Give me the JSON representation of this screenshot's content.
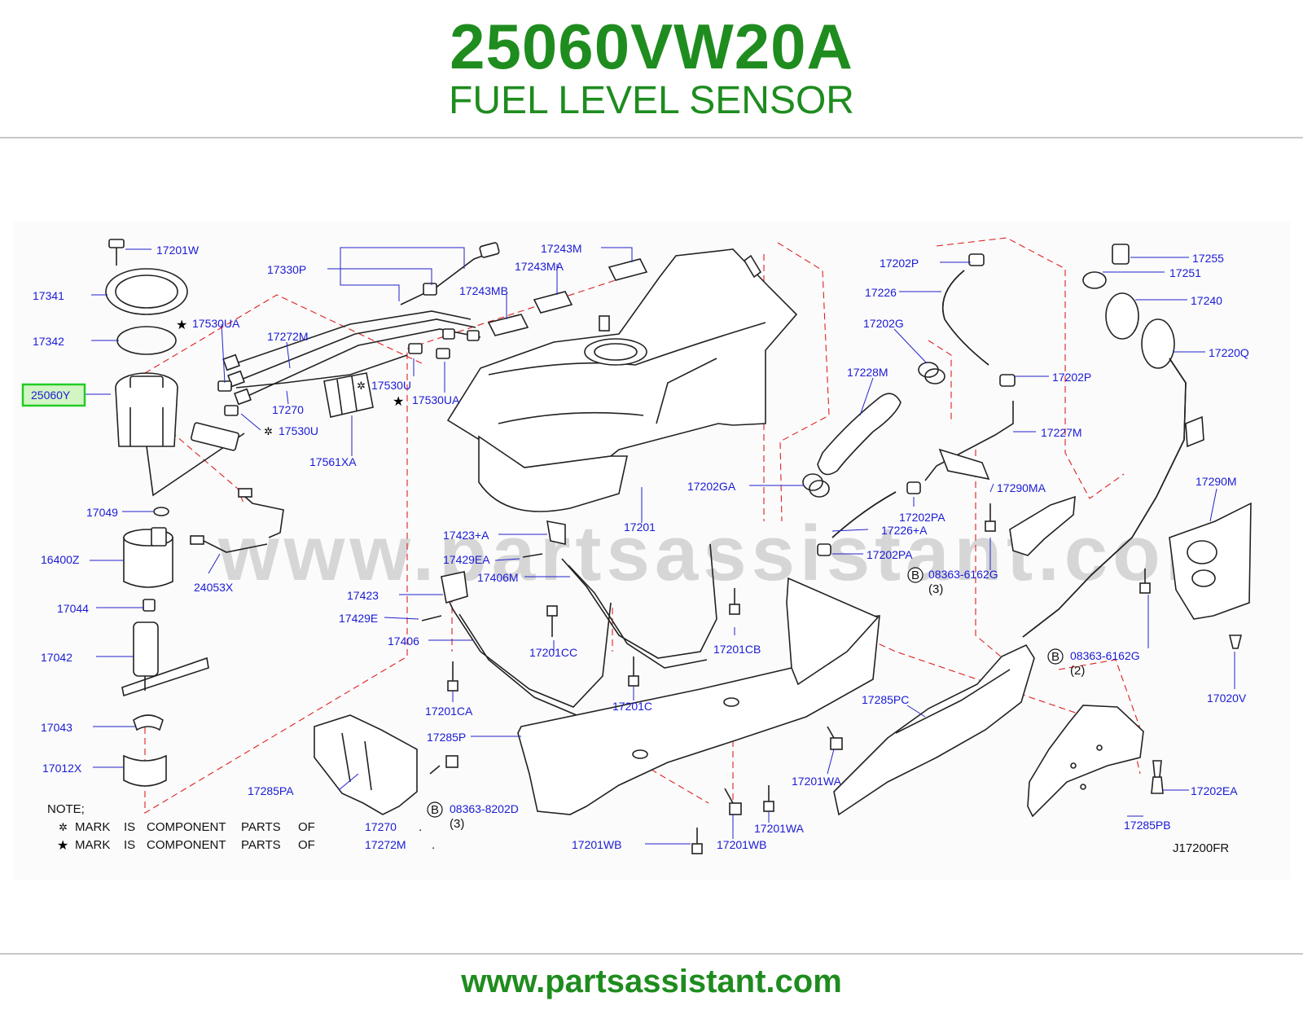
{
  "header": {
    "title": "25060VW20A",
    "subtitle": "FUEL LEVEL SENSOR"
  },
  "footer": {
    "url": "www.partsassistant.com"
  },
  "watermark": "www.partsassistant.com",
  "colors": {
    "brand_green": "#1e8c1e",
    "label_blue": "#1a1ad6",
    "dash_red": "#e02020",
    "highlight_green": "#22cc22",
    "highlight_fill": "#d2f5c4"
  },
  "diagram": {
    "code": "J17200FR",
    "highlighted_part": "25060Y",
    "labels": {
      "p17201W": "17201W",
      "p17341": "17341",
      "p17342": "17342",
      "p25060Y": "25060Y",
      "p17530UA_a": "17530UA",
      "p17530U_a": "17530U",
      "p17530U_b": "17530U",
      "p17530UA_b": "17530UA",
      "p17330P": "17330P",
      "p17272M": "17272M",
      "p17270": "17270",
      "p17561XA": "17561XA",
      "p17243M": "17243M",
      "p17243MA": "17243MA",
      "p17243MB": "17243MB",
      "p17049": "17049",
      "p16400Z": "16400Z",
      "p24053X": "24053X",
      "p17044": "17044",
      "p17042": "17042",
      "p17043": "17043",
      "p17012X": "17012X",
      "p17201": "17201",
      "p17423A": "17423+A",
      "p17429EA": "17429EA",
      "p17406M": "17406M",
      "p17423": "17423",
      "p17429E": "17429E",
      "p17406": "17406",
      "p17201CC": "17201CC",
      "p17201CB": "17201CB",
      "p17201CA": "17201CA",
      "p17201C": "17201C",
      "p17285P": "17285P",
      "p17285PA": "17285PA",
      "p08363_8202D": "08363-8202D",
      "qty3_a": "(3)",
      "p17270_b": "17270",
      "p17272M_b": "17272M",
      "p17201WB_a": "17201WB",
      "p17201WB_b": "17201WB",
      "p17201WA_a": "17201WA",
      "p17201WA_b": "17201WA",
      "p17285PC": "17285PC",
      "p17202P_a": "17202P",
      "p17226": "17226",
      "p17202G": "17202G",
      "p17228M": "17228M",
      "p17202P_b": "17202P",
      "p17227M": "17227M",
      "p17202GA": "17202GA",
      "p17202PA_a": "17202PA",
      "p17226A": "17226+A",
      "p17202PA_b": "17202PA",
      "p17290MA": "17290MA",
      "p08363_6162G_a": "08363-6162G",
      "qty3_b": "(3)",
      "p17255": "17255",
      "p17251": "17251",
      "p17240": "17240",
      "p17220Q": "17220Q",
      "p17290M": "17290M",
      "p08363_6162G_b": "08363-6162G",
      "qty2": "(2)",
      "p17020V": "17020V",
      "p17202EA": "17202EA",
      "p17285PB": "17285PB"
    },
    "bolt_marker": "B",
    "notes": {
      "heading": "NOTE;",
      "line1_mark": "MARK",
      "line1_is": "IS",
      "line1_component": "COMPONENT",
      "line1_parts": "PARTS",
      "line1_of": "OF",
      "line2_mark": "MARK",
      "line2_is": "IS",
      "line2_component": "COMPONENT",
      "line2_parts": "PARTS",
      "line2_of": "OF",
      "dot_a": ".",
      "dot_b": "."
    }
  }
}
